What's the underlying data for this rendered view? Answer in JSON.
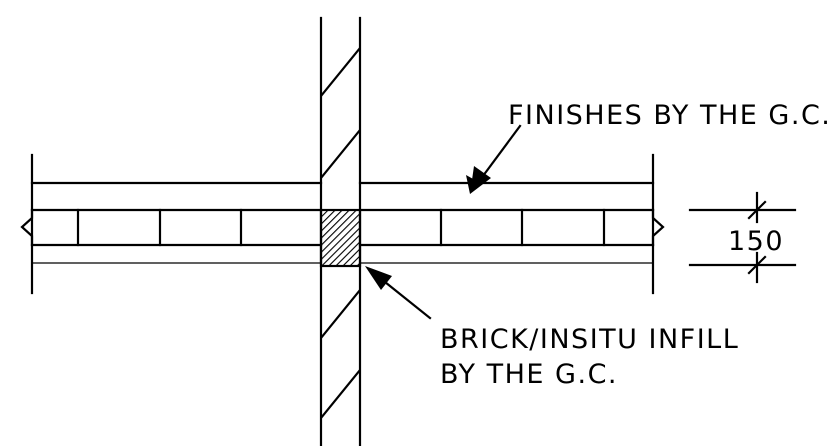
{
  "labels": {
    "finishes": "FINISHES BY THE G.C.",
    "infill_line1": "BRICK/INSITU INFILL",
    "infill_line2": "BY THE G.C.",
    "dimension": "150"
  }
}
